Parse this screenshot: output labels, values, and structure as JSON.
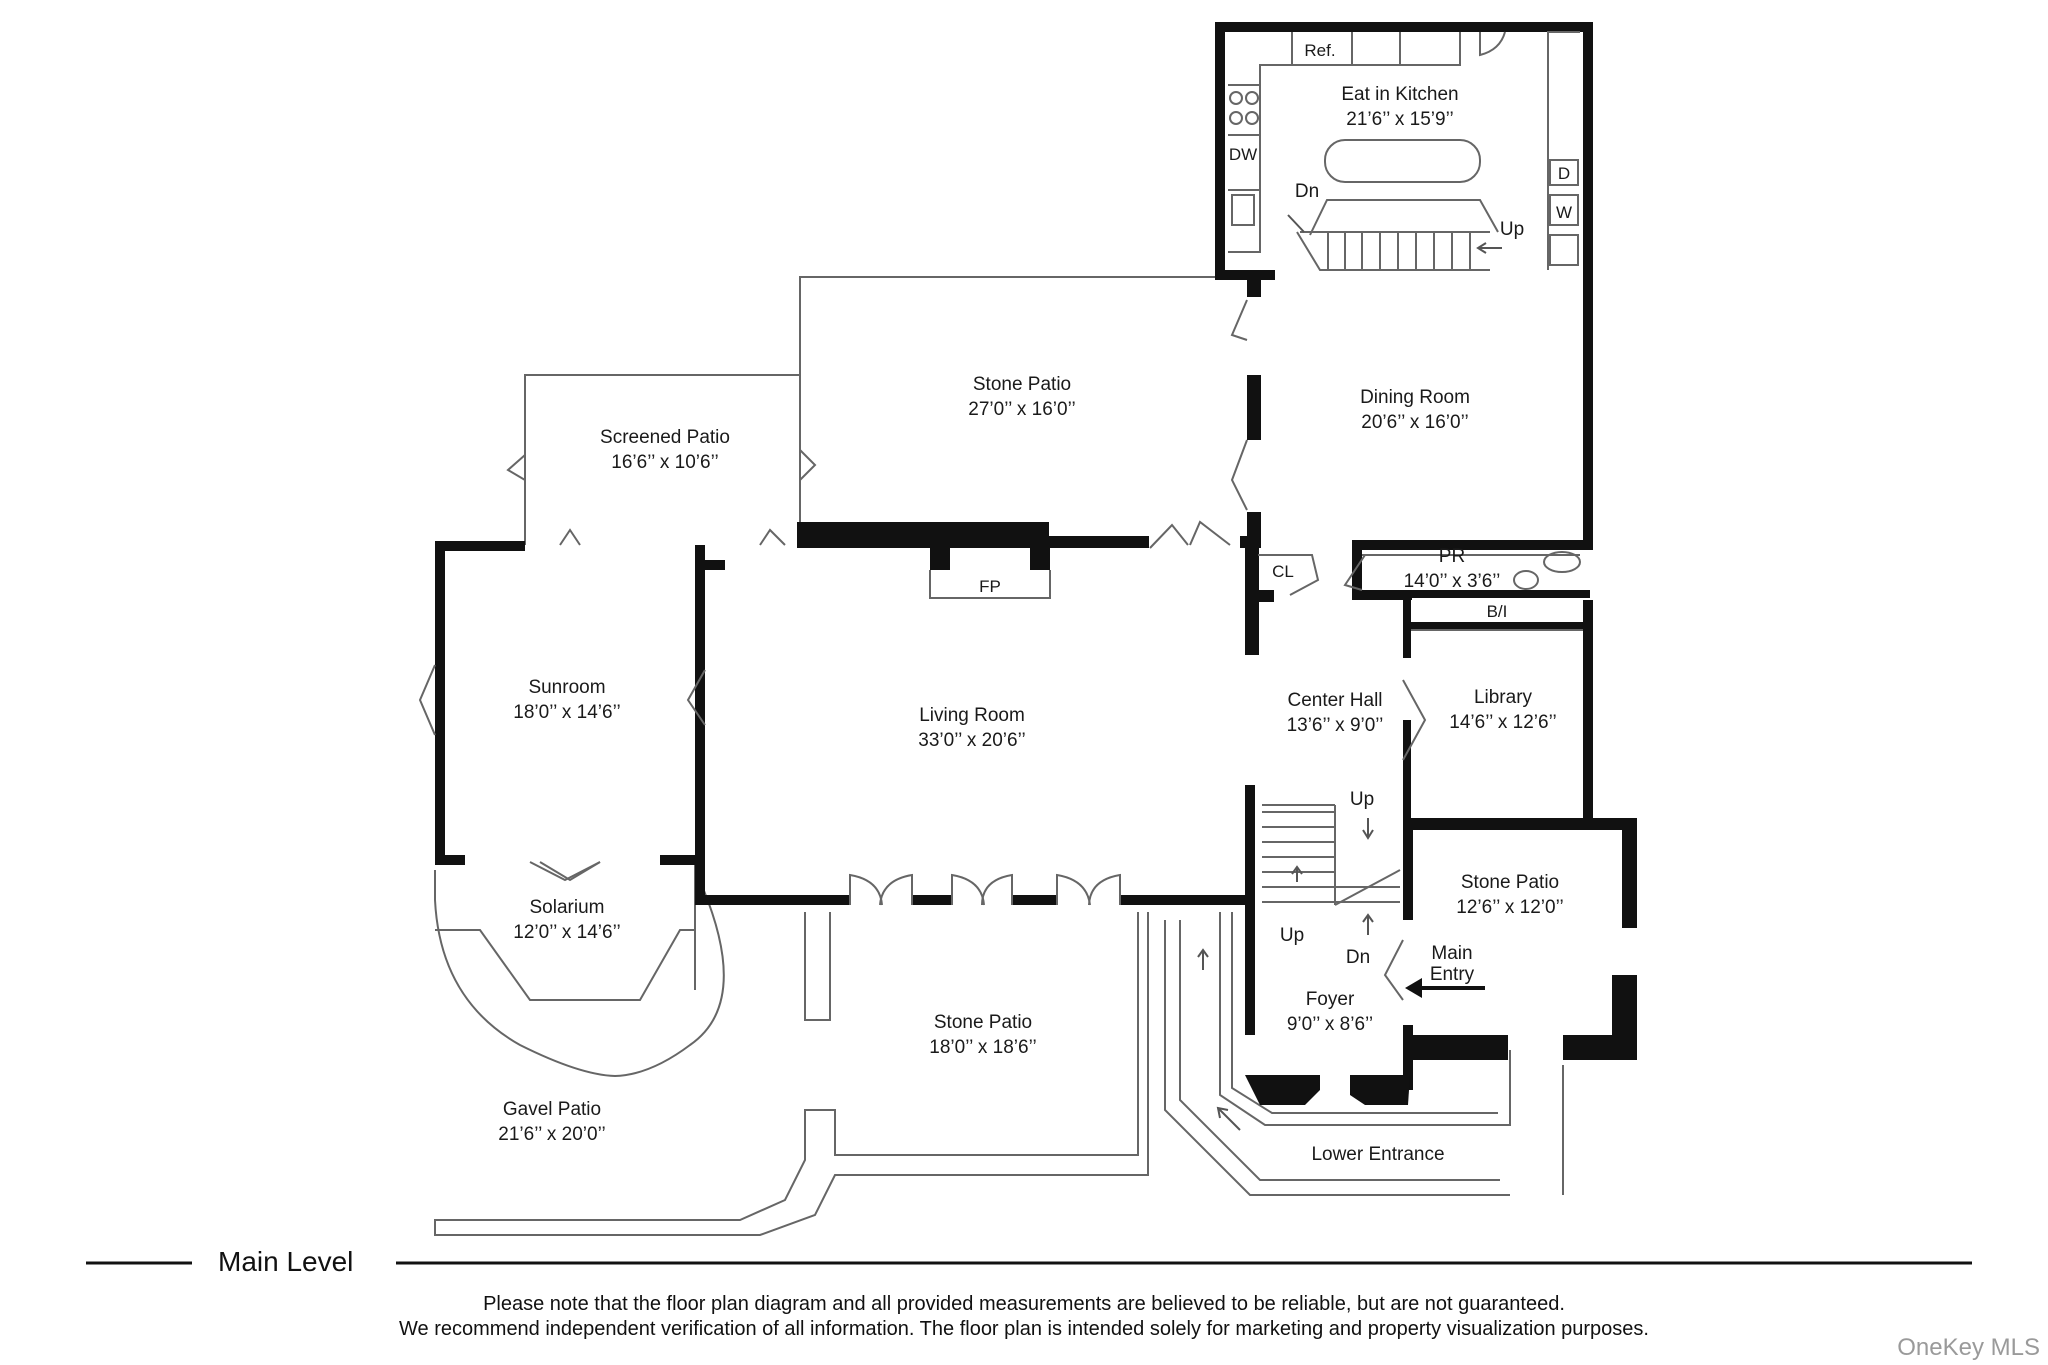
{
  "rooms": {
    "kitchen": {
      "name": "Eat in Kitchen",
      "dims": "21’6’’ x 15’9’’"
    },
    "dining": {
      "name": "Dining Room",
      "dims": "20’6’’ x 16’0’’"
    },
    "stone_patio_top": {
      "name": "Stone Patio",
      "dims": "27’0’’ x 16’0’’"
    },
    "screened_patio": {
      "name": "Screened Patio",
      "dims": "16’6’’ x 10’6’’"
    },
    "sunroom": {
      "name": "Sunroom",
      "dims": "18’0’’ x 14’6’’"
    },
    "living": {
      "name": "Living Room",
      "dims": "33’0’’ x 20’6’’"
    },
    "center_hall": {
      "name": "Center Hall",
      "dims": "13’6’’ x 9’0’’"
    },
    "library": {
      "name": "Library",
      "dims": "14’6’’ x 12’6’’"
    },
    "powder_room": {
      "name": "PR",
      "dims": "14’0’’ x 3’6’’"
    },
    "solarium": {
      "name": "Solarium",
      "dims": "12’0’’ x 14’6’’"
    },
    "stone_patio_bottom": {
      "name": "Stone Patio",
      "dims": "18’0’’ x 18’6’’"
    },
    "stone_patio_right": {
      "name": "Stone Patio",
      "dims": "12’6’’ x 12’0’’"
    },
    "foyer": {
      "name": "Foyer",
      "dims": "9’0’’ x 8’6’’"
    },
    "gavel_patio": {
      "name": "Gavel Patio",
      "dims": "21’6’’ x 20’0’’"
    }
  },
  "fixtures": {
    "ref": "Ref.",
    "dw": "DW",
    "dryer": "D",
    "washer": "W",
    "fireplace": "FP",
    "closet": "CL",
    "built_in": "B/I"
  },
  "stairs": {
    "kitchen_dn": "Dn",
    "kitchen_up": "Up",
    "hall_up": "Up",
    "foyer_up": "Up",
    "foyer_dn": "Dn"
  },
  "entries": {
    "main_line1": "Main",
    "main_line2": "Entry",
    "lower": "Lower Entrance"
  },
  "level_title": "Main Level",
  "disclaimer": {
    "line1": "Please note that the floor plan diagram and all provided measurements are believed to be reliable, but are not guaranteed.",
    "line2": "We recommend independent verification of all information. The floor plan is intended solely for marketing and property visualization purposes."
  },
  "logo": "OneKey MLS"
}
